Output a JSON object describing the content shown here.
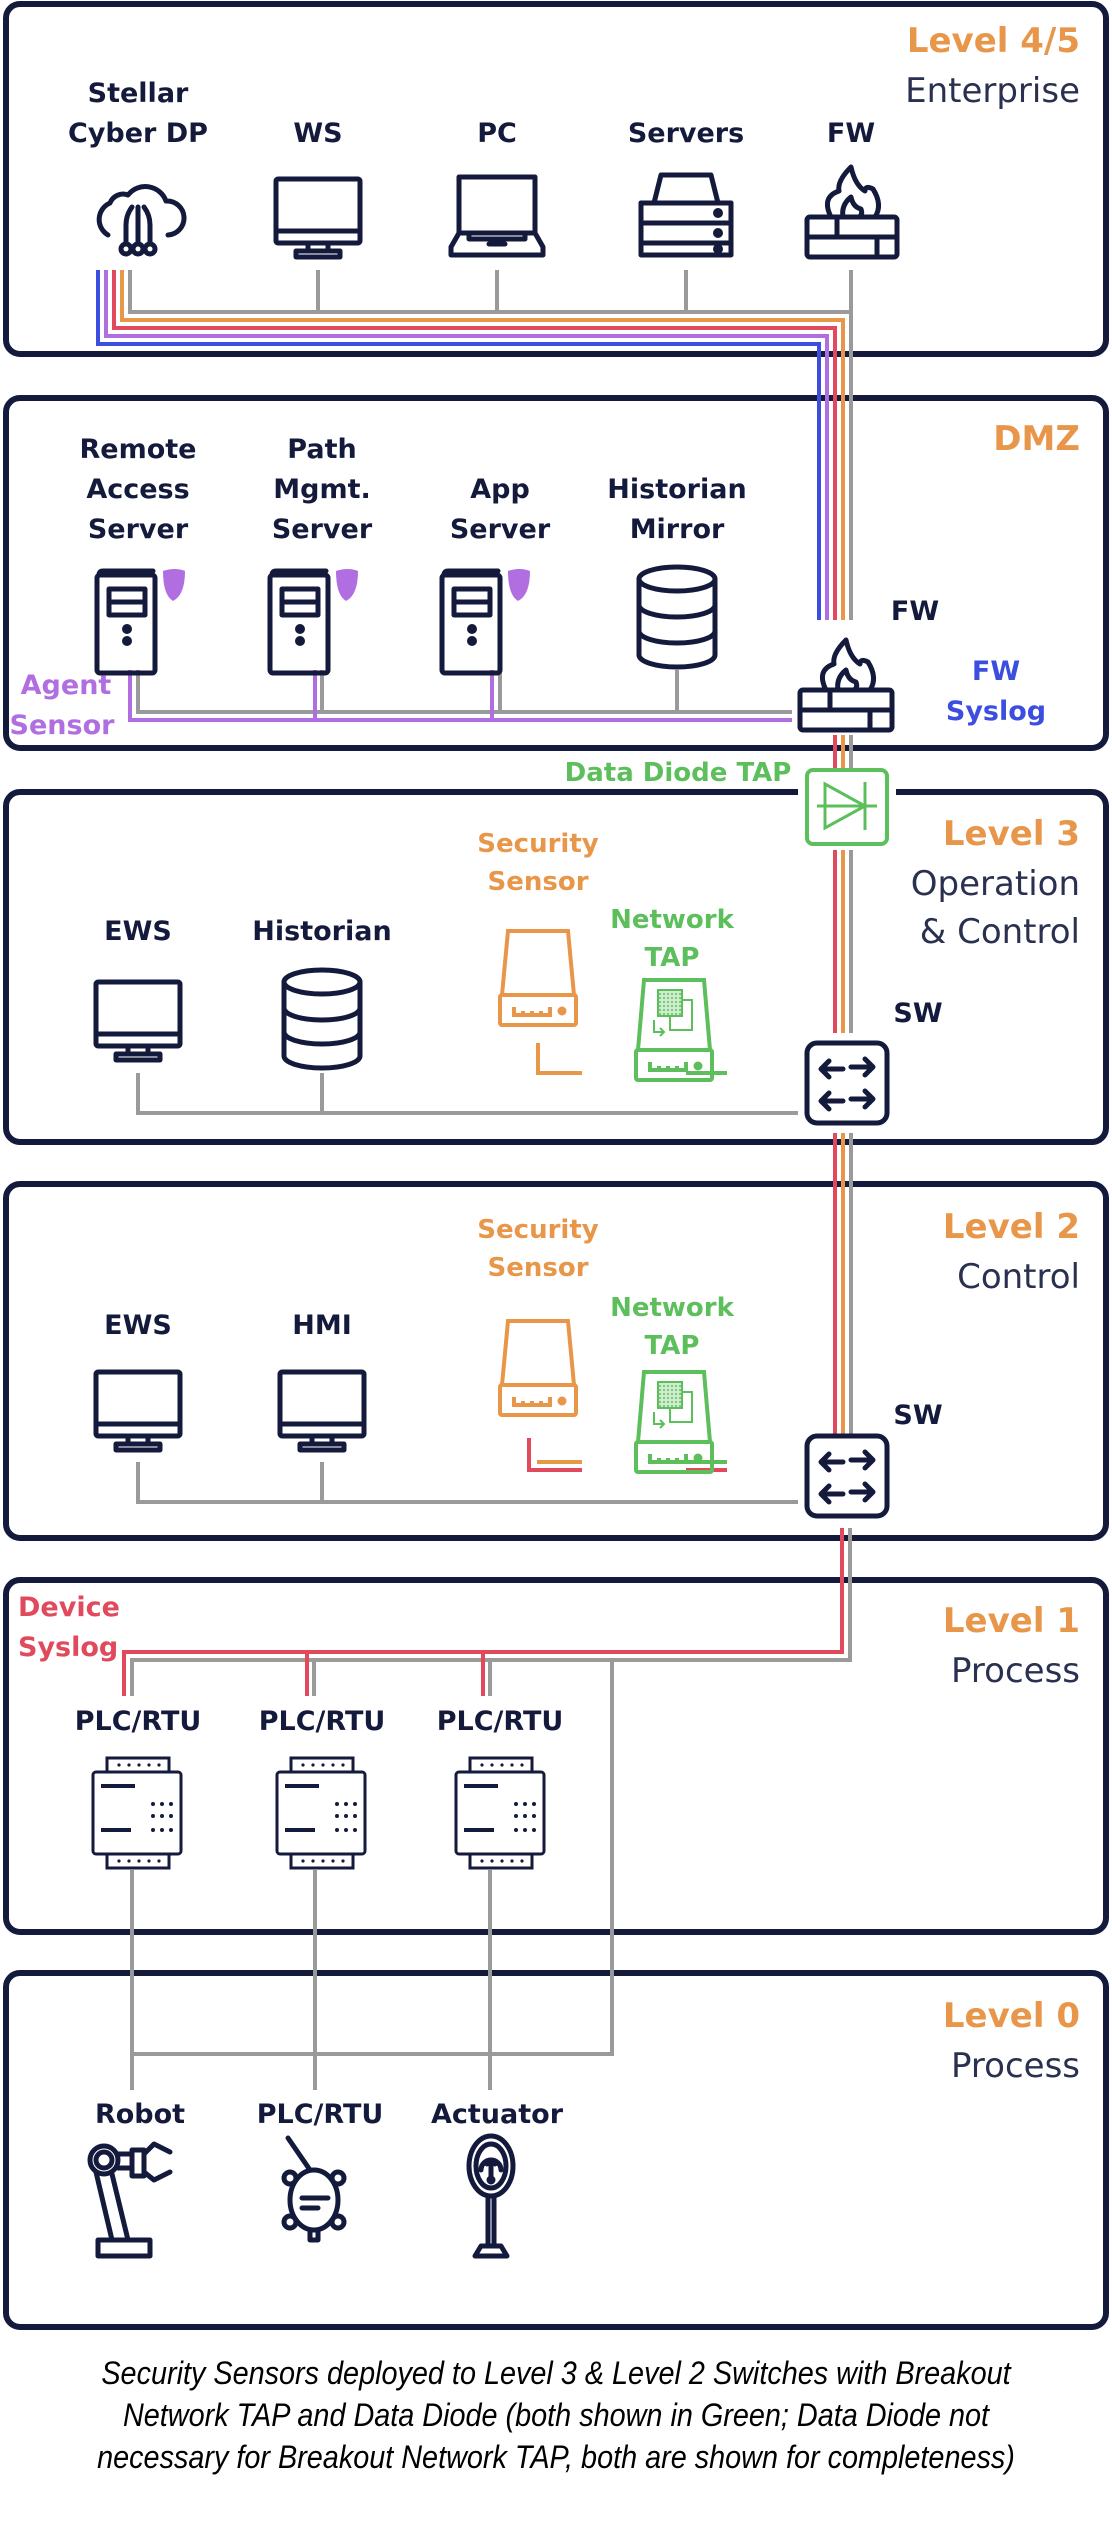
{
  "colors": {
    "frame": "#141a3c",
    "level_title": "#e8964a",
    "grey_link": "#9a9a9a",
    "orange_link": "#e8964a",
    "red_link": "#e04a5c",
    "purple_link": "#b06ee0",
    "blue_link": "#3c4ee0",
    "green_link": "#5cbf5c"
  },
  "levels": [
    {
      "id": "l45",
      "title": "Level 4/5",
      "subtitle": [
        "Enterprise"
      ]
    },
    {
      "id": "dmz",
      "title": "DMZ",
      "subtitle": []
    },
    {
      "id": "l3",
      "title": "Level 3",
      "subtitle": [
        "Operation",
        "& Control"
      ]
    },
    {
      "id": "l2",
      "title": "Level 2",
      "subtitle": [
        "Control"
      ]
    },
    {
      "id": "l1",
      "title": "Level 1",
      "subtitle": [
        "Process"
      ]
    },
    {
      "id": "l0",
      "title": "Level 0",
      "subtitle": [
        "Process"
      ]
    }
  ],
  "enterprise": {
    "devices": [
      {
        "label": [
          "Stellar",
          "Cyber DP"
        ],
        "icon": "cloud-icon"
      },
      {
        "label": [
          "WS"
        ],
        "icon": "monitor-icon"
      },
      {
        "label": [
          "PC"
        ],
        "icon": "laptop-icon"
      },
      {
        "label": [
          "Servers"
        ],
        "icon": "server-stack-icon"
      },
      {
        "label": [
          "FW"
        ],
        "icon": "firewall-icon"
      }
    ]
  },
  "dmz": {
    "devices": [
      {
        "label": [
          "Remote",
          "Access",
          "Server"
        ],
        "icon": "server-tower-icon",
        "shield": true
      },
      {
        "label": [
          "Path",
          "Mgmt.",
          "Server"
        ],
        "icon": "server-tower-icon",
        "shield": true
      },
      {
        "label": [
          "App",
          "Server"
        ],
        "icon": "server-tower-icon",
        "shield": true
      },
      {
        "label": [
          "Historian",
          "Mirror"
        ],
        "icon": "database-icon",
        "shield": false
      }
    ],
    "fw_label": "FW",
    "fw_syslog_label": [
      "FW",
      "Syslog"
    ],
    "agent_sensor_label": [
      "Agent",
      "Sensor"
    ],
    "data_diode_label": "Data Diode TAP"
  },
  "level3": {
    "devices": [
      {
        "label": [
          "EWS"
        ],
        "icon": "monitor-icon"
      },
      {
        "label": [
          "Historian"
        ],
        "icon": "database-icon"
      }
    ],
    "security_sensor_label": [
      "Security",
      "Sensor"
    ],
    "network_tap_label": [
      "Network",
      "TAP"
    ],
    "switch_label": "SW"
  },
  "level2": {
    "devices": [
      {
        "label": [
          "EWS"
        ],
        "icon": "monitor-icon"
      },
      {
        "label": [
          "HMI"
        ],
        "icon": "monitor-icon"
      }
    ],
    "security_sensor_label": [
      "Security",
      "Sensor"
    ],
    "network_tap_label": [
      "Network",
      "TAP"
    ],
    "switch_label": "SW"
  },
  "level1": {
    "device_syslog_label": [
      "Device",
      "Syslog"
    ],
    "devices": [
      {
        "label": [
          "PLC/RTU"
        ],
        "icon": "plc-icon"
      },
      {
        "label": [
          "PLC/RTU"
        ],
        "icon": "plc-icon"
      },
      {
        "label": [
          "PLC/RTU"
        ],
        "icon": "plc-icon"
      }
    ]
  },
  "level0": {
    "devices": [
      {
        "label": [
          "Robot"
        ],
        "icon": "robot-arm-icon"
      },
      {
        "label": [
          "PLC/RTU"
        ],
        "icon": "sensor-icon"
      },
      {
        "label": [
          "Actuator"
        ],
        "icon": "gauge-icon"
      }
    ]
  },
  "caption": "Security Sensors deployed to Level 3 & Level 2 Switches with Breakout Network TAP and Data Diode (both shown in Green; Data Diode not necessary for Breakout Network TAP, both are shown for completeness)"
}
